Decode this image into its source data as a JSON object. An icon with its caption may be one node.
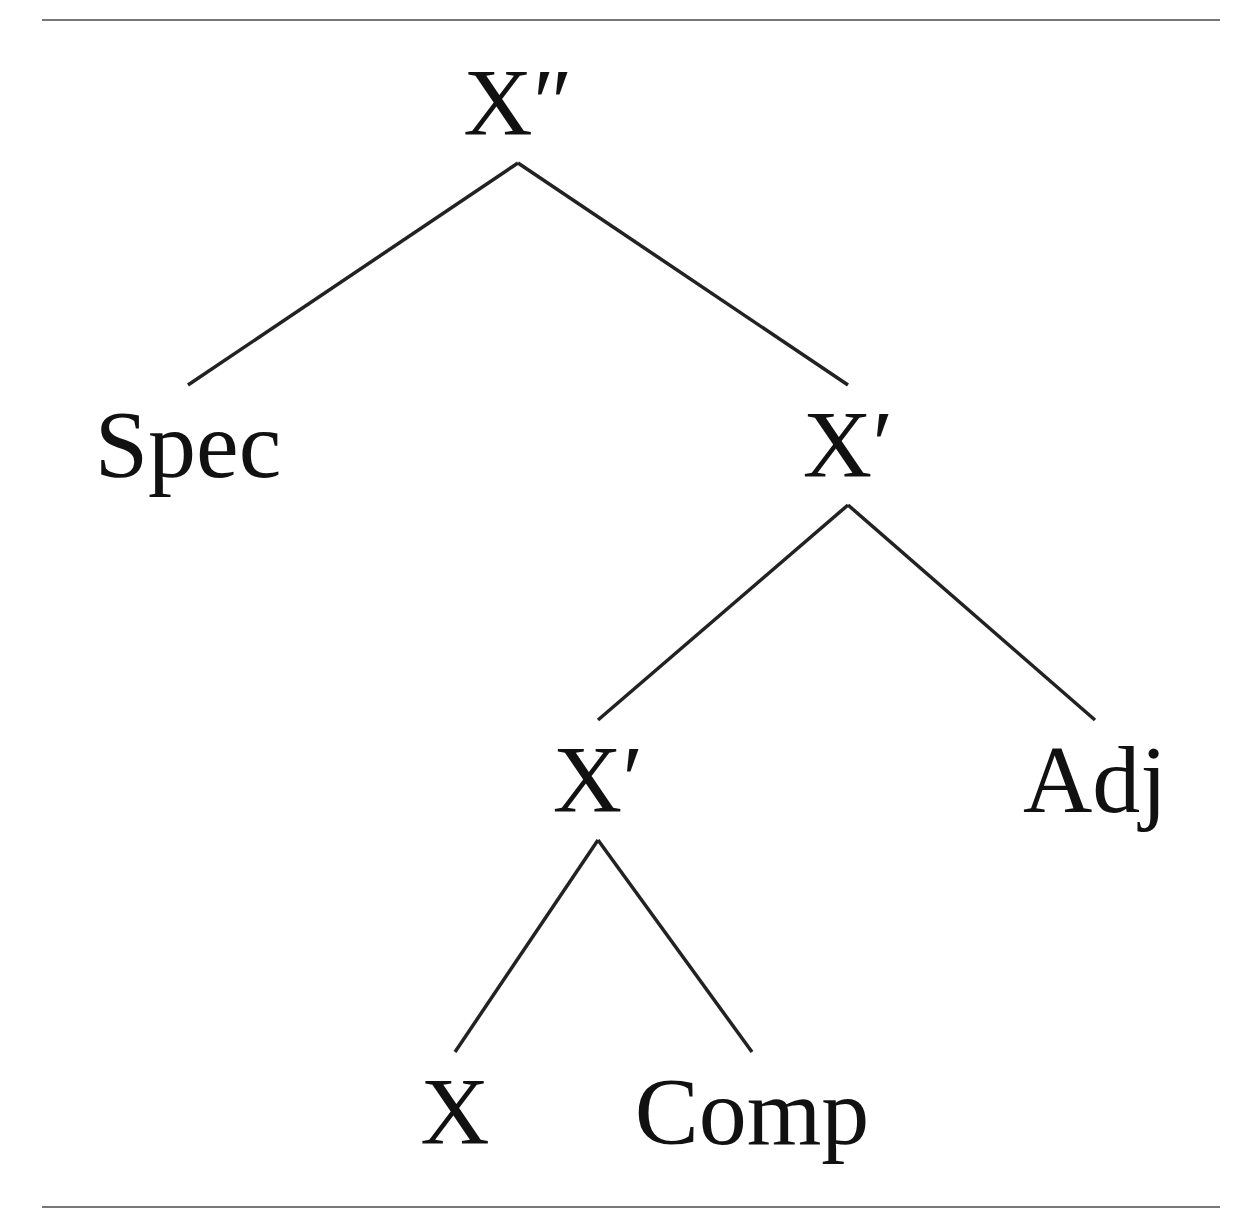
{
  "diagram": {
    "nodes": [
      {
        "text": [
          "X″"
        ]
      },
      {
        "text": [
          "Spec"
        ]
      },
      {
        "text": [
          "X′"
        ]
      },
      {
        "text": [
          "X′"
        ]
      },
      {
        "text": [
          "Adj"
        ]
      },
      {
        "text": [
          "X"
        ]
      },
      {
        "text": [
          "Comp"
        ]
      }
    ],
    "edges": [
      {
        "from": 0,
        "to": 1,
        "arrow": "none"
      },
      {
        "from": 0,
        "to": 2,
        "arrow": "none"
      },
      {
        "from": 2,
        "to": 3,
        "arrow": "none"
      },
      {
        "from": 2,
        "to": 4,
        "arrow": "none"
      },
      {
        "from": 3,
        "to": 5,
        "arrow": "none"
      },
      {
        "from": 3,
        "to": 6,
        "arrow": "none"
      }
    ]
  }
}
